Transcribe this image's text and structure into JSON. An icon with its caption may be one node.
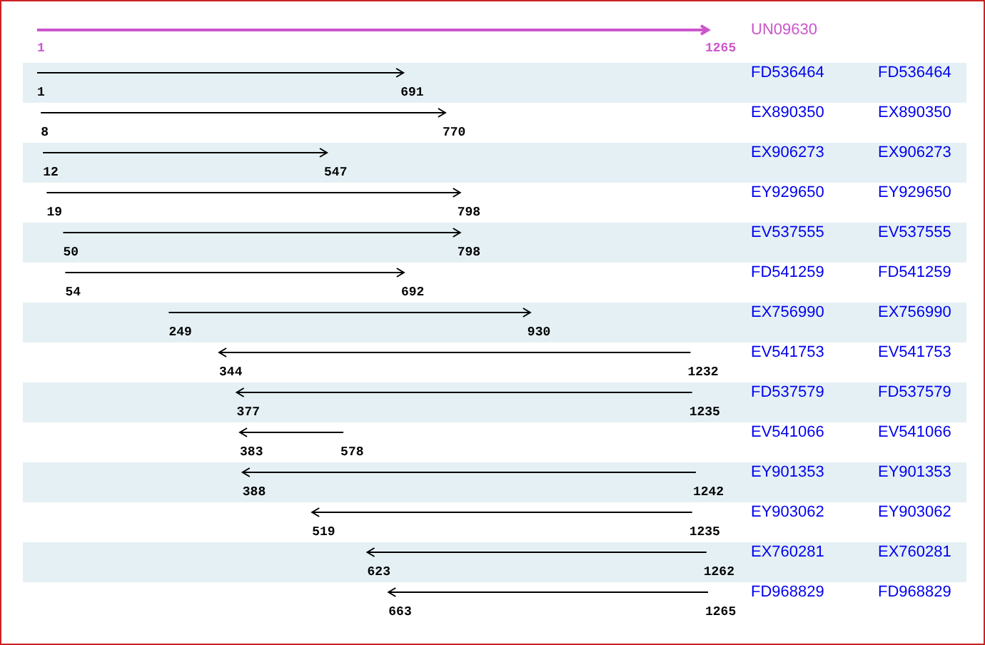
{
  "diagram": {
    "labels": [
      "UN09630",
      "1",
      "1265",
      "FD536464",
      "FD536464",
      "1",
      "691",
      "EX890350",
      "EX890350",
      "8",
      "770",
      "EX906273",
      "EX906273",
      "12",
      "547",
      "EY929650",
      "EY929650",
      "19",
      "798",
      "EV537555",
      "EV537555",
      "50",
      "798",
      "FD541259",
      "FD541259",
      "54",
      "692",
      "EX756990",
      "EX756990",
      "249",
      "930",
      "EV541753",
      "EV541753",
      "344",
      "1232",
      "FD537579",
      "FD537579",
      "377",
      "1235",
      "EV541066",
      "EV541066",
      "383",
      "578",
      "EY901353",
      "EY901353",
      "388",
      "1242",
      "EY903062",
      "EY903062",
      "519",
      "1235",
      "EX760281",
      "EX760281",
      "623",
      "1262",
      "FD968829",
      "FD968829",
      "663",
      "1265"
    ]
  }
}
